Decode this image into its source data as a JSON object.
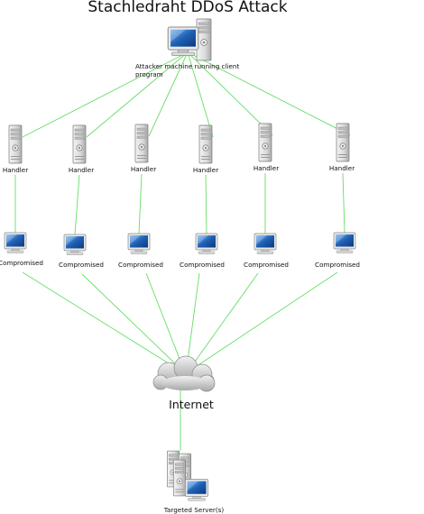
{
  "title": "Stachledraht DDoS Attack",
  "attacker": {
    "label_line1": "Attacker machine running client",
    "label_line2": "program"
  },
  "handlers": [
    {
      "label": "Handler"
    },
    {
      "label": "Handler"
    },
    {
      "label": "Handler"
    },
    {
      "label": "Handler"
    },
    {
      "label": "Handler"
    },
    {
      "label": "Handler"
    }
  ],
  "compromised": [
    {
      "label": "Compromised"
    },
    {
      "label": "Compromised"
    },
    {
      "label": "Compromised"
    },
    {
      "label": "Compromised"
    },
    {
      "label": "Compromised"
    },
    {
      "label": "Compromised"
    }
  ],
  "internet": {
    "label": "Internet"
  },
  "target": {
    "label": "Targeted Server(s)"
  },
  "colors": {
    "link": "#66dd66",
    "screen": "#1e5fb4",
    "tower": "#d8d8d8",
    "cloud": "#cfcfcf"
  },
  "icons": {
    "attacker": "workstation-with-server-icon",
    "handler": "server-tower-icon",
    "compromised": "monitor-icon",
    "internet": "cloud-icon",
    "target": "server-cluster-icon"
  }
}
